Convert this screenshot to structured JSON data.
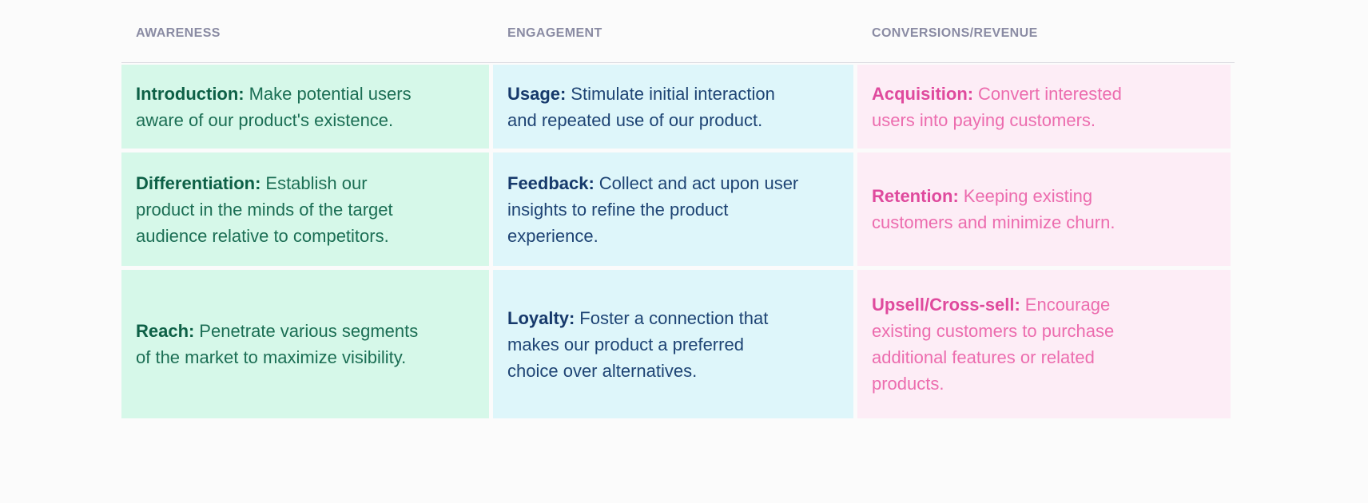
{
  "theme": {
    "page-bg": "#fbfbfb",
    "header-label": "#8a8ba3",
    "divider": "#d9d9df",
    "mint-bg": "#d6f8e9",
    "mint-term": "#0d6046",
    "mint-text": "#1b6e54",
    "cyan-bg": "#def6fa",
    "cyan-term": "#16396b",
    "cyan-text": "#1e4474",
    "pink-bg": "#fdedf6",
    "pink-term": "#df4a9d",
    "pink-text": "#ec6cae"
  },
  "table": {
    "columns": [
      {
        "label": "AWARENESS"
      },
      {
        "label": "ENGAGEMENT"
      },
      {
        "label": "CONVERSIONS/REVENUE"
      }
    ],
    "rows": [
      {
        "cells": [
          {
            "term": "Introduction:",
            "desc": "Make potential users\naware of our product's existence."
          },
          {
            "term": "Usage:",
            "desc": "Stimulate initial interaction\nand repeated use of our product."
          },
          {
            "term": "Acquisition:",
            "desc": "Convert interested\nusers into paying customers."
          }
        ]
      },
      {
        "cells": [
          {
            "term": "Differentiation:",
            "desc": "Establish our\nproduct in the minds of the target\naudience relative to competitors."
          },
          {
            "term": "Feedback:",
            "desc": "Collect and act upon user\ninsights to refine the product\nexperience."
          },
          {
            "term": "Retention:",
            "desc": "Keeping existing\ncustomers and minimize churn."
          }
        ]
      },
      {
        "cells": [
          {
            "term": "Reach:",
            "desc": "Penetrate various segments\nof the market to maximize visibility."
          },
          {
            "term": "Loyalty:",
            "desc": "Foster a connection that\nmakes our product a preferred\nchoice over alternatives."
          },
          {
            "term": "Upsell/Cross-sell:",
            "desc": "Encourage\nexisting customers to purchase\nadditional features or related\nproducts."
          }
        ]
      }
    ]
  }
}
